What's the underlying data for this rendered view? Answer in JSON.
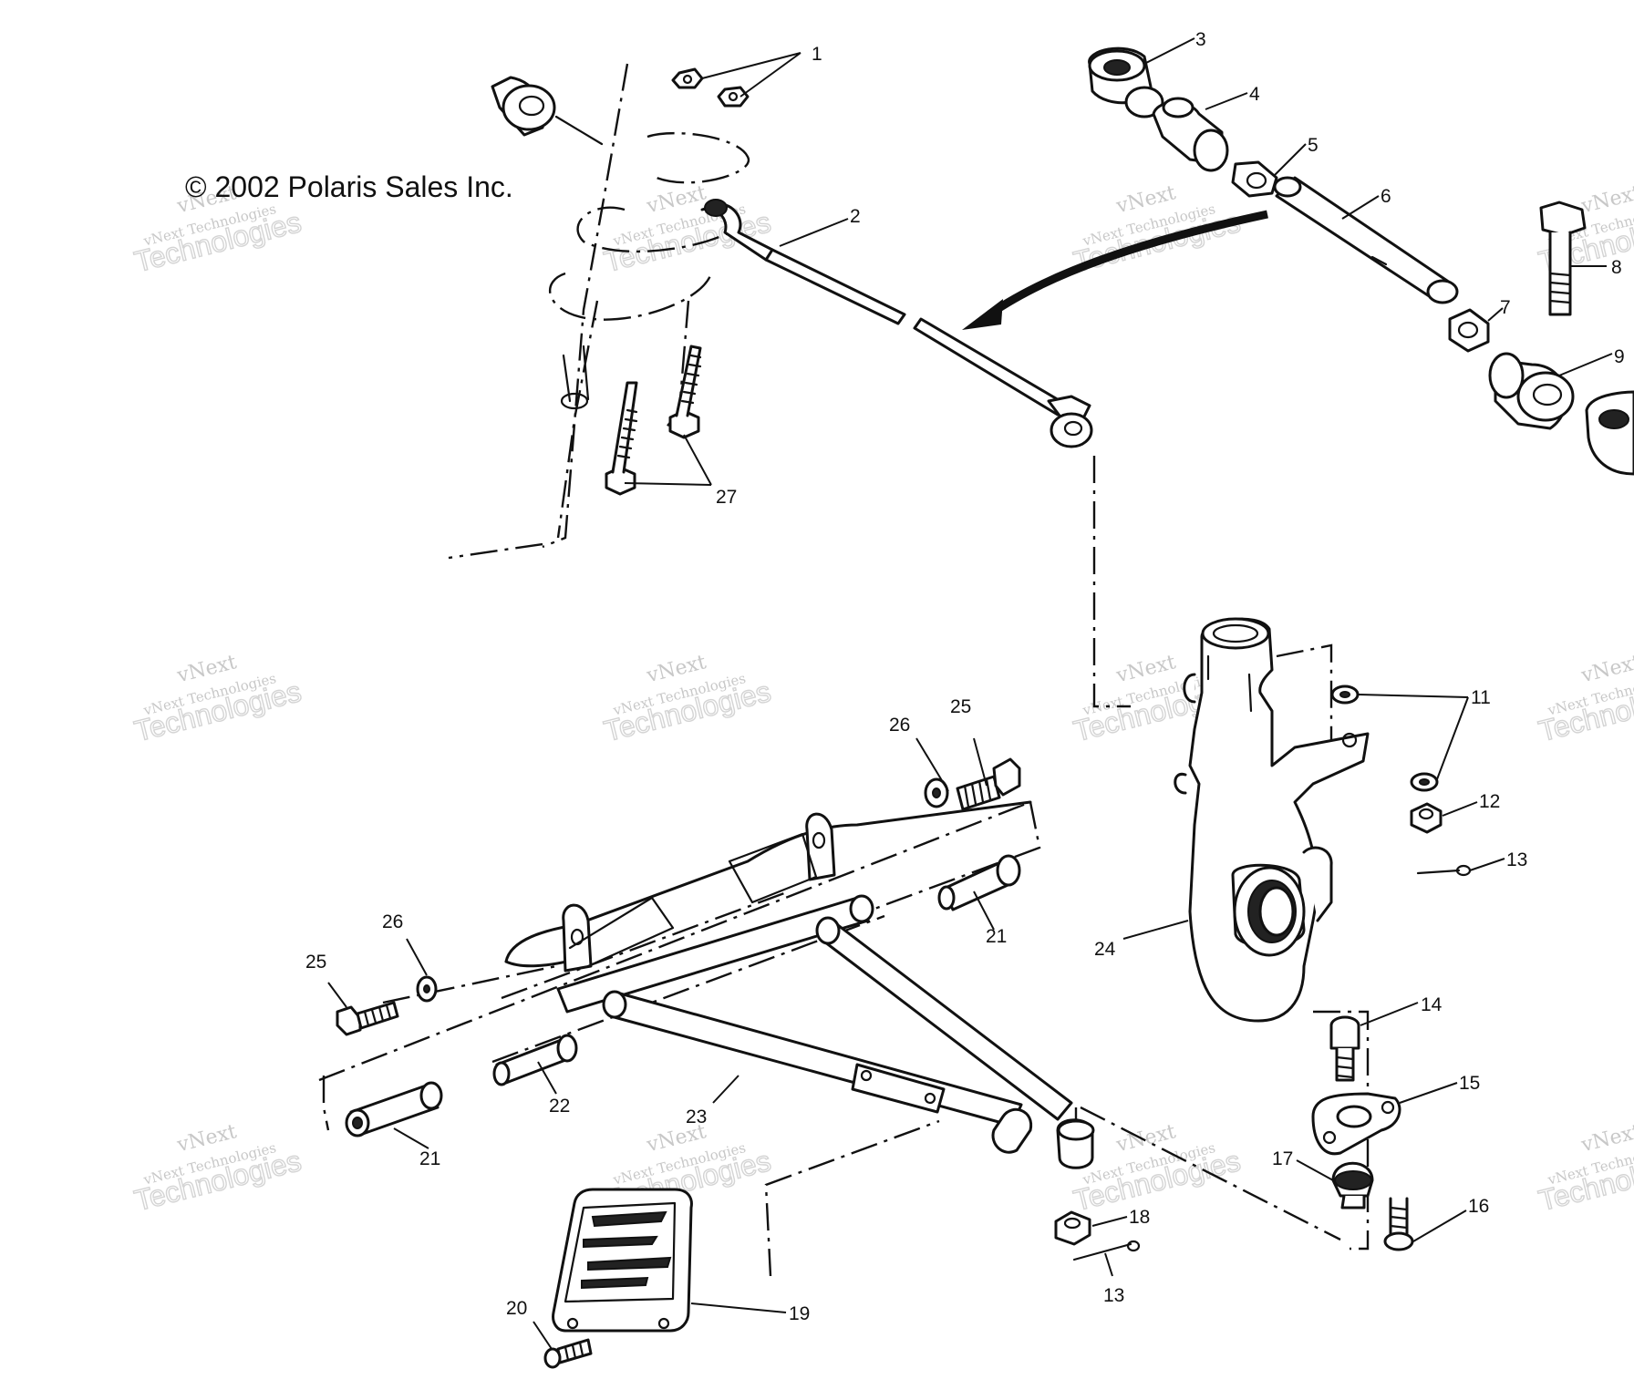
{
  "copyright": "© 2002 Polaris Sales Inc.",
  "watermark": {
    "line1": "vNext",
    "line2": "vNext Technologies",
    "line3": "Technologies"
  },
  "callouts": {
    "c1": "1",
    "c2": "2",
    "c3": "3",
    "c4": "4",
    "c5": "5",
    "c6": "6",
    "c7": "7",
    "c8": "8",
    "c9": "9",
    "c11": "11",
    "c12": "12",
    "c13a": "13",
    "c13b": "13",
    "c14": "14",
    "c15": "15",
    "c16": "16",
    "c17": "17",
    "c18": "18",
    "c19": "19",
    "c20": "20",
    "c21a": "21",
    "c21b": "21",
    "c22": "22",
    "c23": "23",
    "c24": "24",
    "c25a": "25",
    "c25b": "25",
    "c26a": "26",
    "c26b": "26",
    "c27": "27"
  },
  "colors": {
    "ink": "#111111",
    "watermark": "#c8c8c8",
    "background": "#ffffff"
  }
}
